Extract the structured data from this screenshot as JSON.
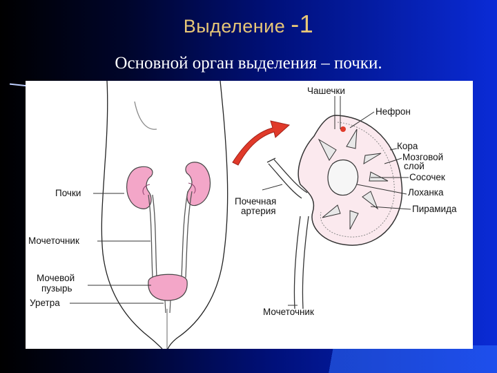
{
  "slide": {
    "title": "Выделение",
    "title_number": "-1",
    "subtitle": "Основной орган выделения – почки."
  },
  "labels": {
    "cups": "Чашечки",
    "nephron": "Нефрон",
    "cortex": "Кора",
    "medulla_line1": "Мозговой",
    "medulla_line2": "слой",
    "papilla": "Сосочек",
    "pelvis": "Лоханка",
    "pyramid": "Пирамида",
    "kidneys": "Почки",
    "renal_artery_line1": "Почечная",
    "renal_artery_line2": "артерия",
    "ureter_left": "Мочеточник",
    "bladder_line1": "Мочевой",
    "bladder_line2": "пузырь",
    "urethra": "Уретра",
    "ureter_bottom": "Мочеточник"
  },
  "colors": {
    "title": "#e8c777",
    "kidney_fill": "#f3a6c8",
    "arrow": "#e03a2a",
    "background_dark": "#000000",
    "background_blue": "#0a2bd6"
  }
}
